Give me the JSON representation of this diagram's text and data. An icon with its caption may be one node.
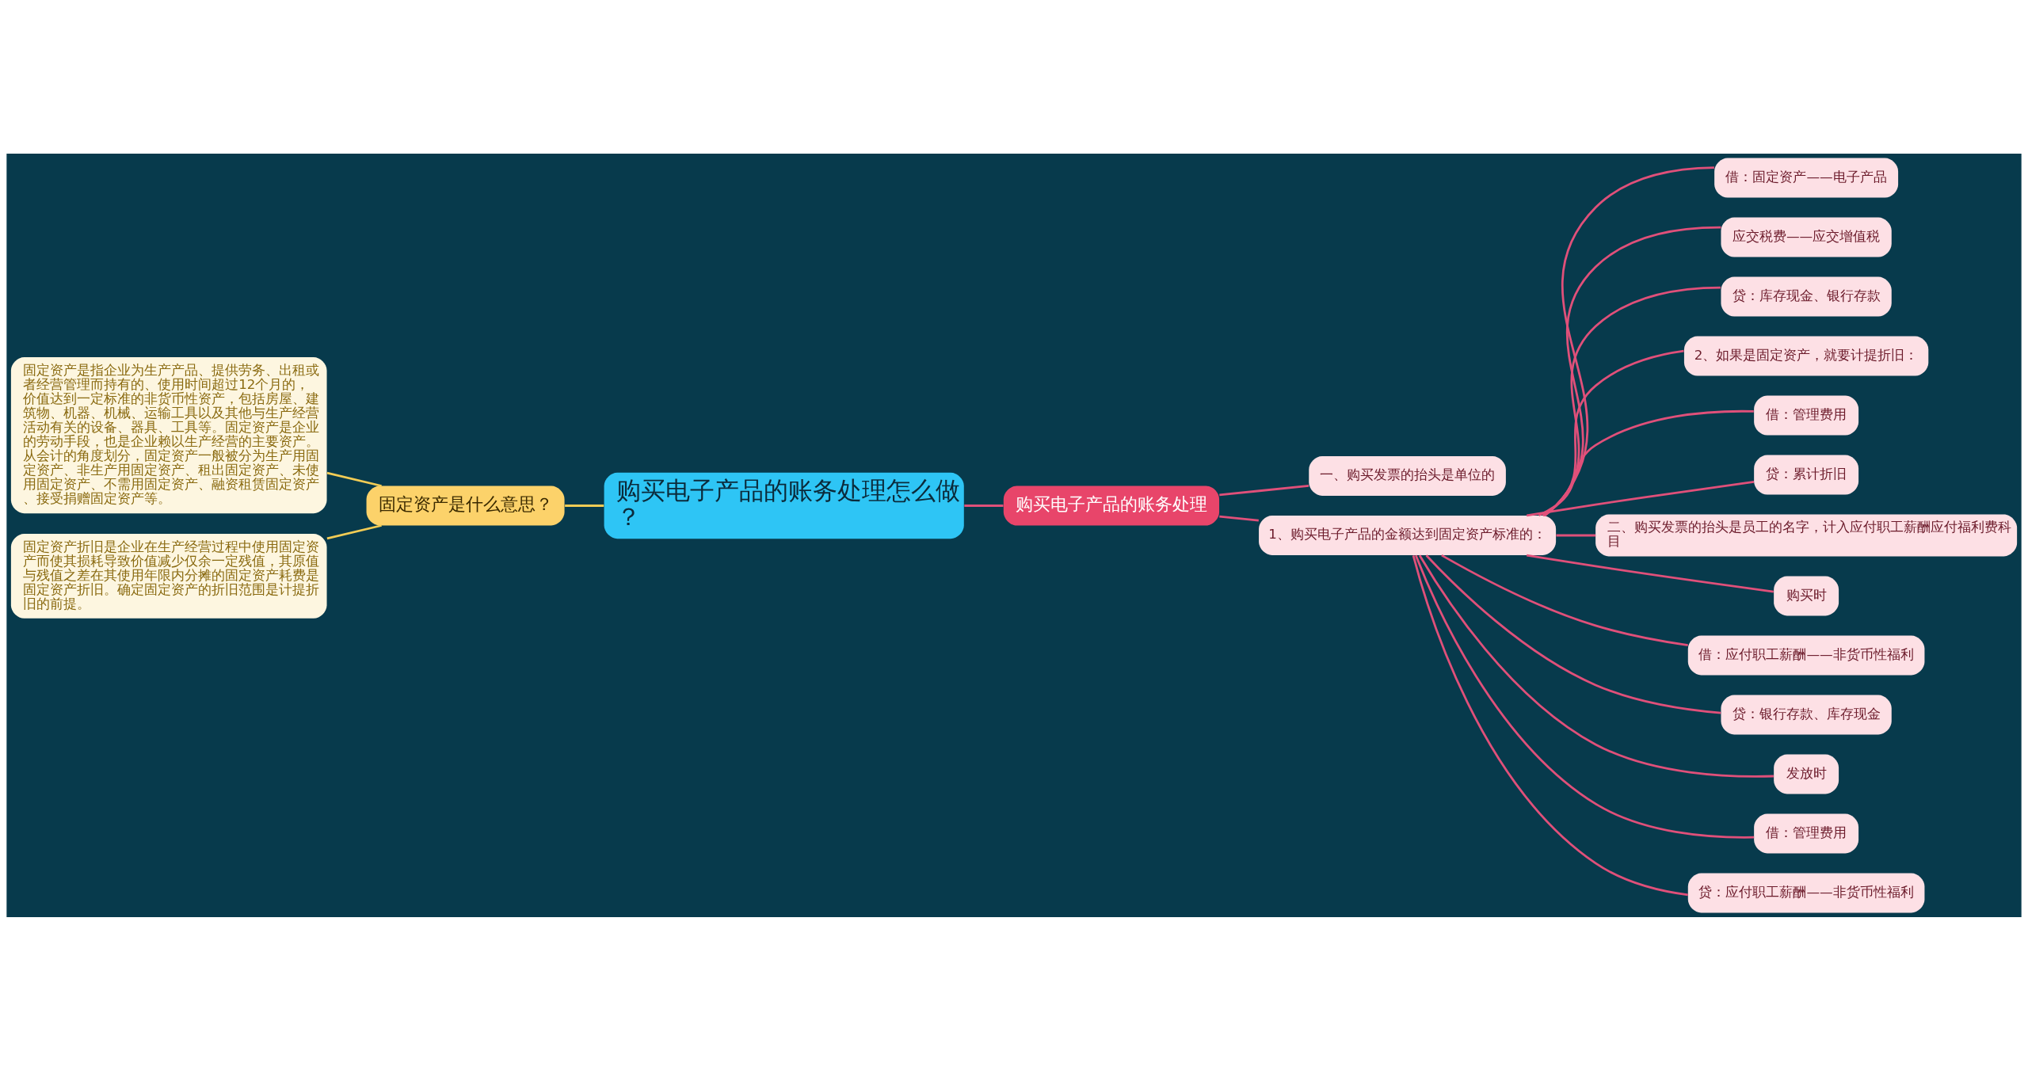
{
  "diagram": {
    "nodes": [
      {
        "text": [
          "购买电子产品的账务处理怎么做？"
        ]
      },
      {
        "text": [
          "固定资产是什么意思？"
        ]
      },
      {
        "text": [
          "固定资产是指企业为生产产品、提供劳务、出租或者经营管理而持有的、使用时间超过12个月的，价值达到一定标准的非货币性资产，包括房屋、建筑物、机器、机械、运输工具以及其他与生产经营活动有关的设备、器具、工具等。固定资产是企业的劳动手段，也是企业赖以生产经营的主要资产。从会计的角度划分，固定资产一般被分为生产用固定资产、非生产用固定资产、租出固定资产、未使用固定资产、不需用固定资产、融资租赁固定资产、接受捐赠固定资产等。"
        ]
      },
      {
        "text": [
          "固定资产折旧是企业在生产经营过程中使用固定资产而使其损耗导致价值减少仅余一定残值，其原值与残值之差在其使用年限内分摊的固定资产耗费是固定资产折旧。确定固定资产的折旧范围是计提折旧的前提。"
        ]
      },
      {
        "text": [
          "购买电子产品的账务处理"
        ]
      },
      {
        "text": [
          "一、购买发票的抬头是单位的"
        ]
      },
      {
        "text": [
          "1、购买电子产品的金额达到固定资产标准的："
        ]
      },
      {
        "text": [
          "借：固定资产——电子产品"
        ]
      },
      {
        "text": [
          "应交税费——应交增值税"
        ]
      },
      {
        "text": [
          "贷：库存现金、银行存款"
        ]
      },
      {
        "text": [
          "2、如果是固定资产，就要计提折旧："
        ]
      },
      {
        "text": [
          "借：管理费用"
        ]
      },
      {
        "text": [
          "贷：累计折旧"
        ]
      },
      {
        "text": [
          "二、购买发票的抬头是员工的名字，计入应付职工薪酬应付福利费科目"
        ]
      },
      {
        "text": [
          "购买时"
        ]
      },
      {
        "text": [
          "借：应付职工薪酬——非货币性福利"
        ]
      },
      {
        "text": [
          "贷：银行存款、库存现金"
        ]
      },
      {
        "text": [
          "发放时"
        ]
      },
      {
        "text": [
          "借：管理费用"
        ]
      },
      {
        "text": [
          "贷：应付职工薪酬——非货币性福利"
        ]
      }
    ],
    "edges": [
      {
        "from": 0,
        "to": 1,
        "arrow": "none",
        "color": "#f2cc55"
      },
      {
        "from": 1,
        "to": 2,
        "arrow": "none",
        "color": "#f2cc55"
      },
      {
        "from": 1,
        "to": 3,
        "arrow": "none",
        "color": "#f2cc55"
      },
      {
        "from": 0,
        "to": 4,
        "arrow": "none"
      },
      {
        "from": 4,
        "to": 5,
        "arrow": "none"
      },
      {
        "from": 4,
        "to": 6,
        "arrow": "none"
      },
      {
        "from": 6,
        "to": 7,
        "arrow": "none"
      },
      {
        "from": 6,
        "to": 8,
        "arrow": "none"
      },
      {
        "from": 6,
        "to": 9,
        "arrow": "none"
      },
      {
        "from": 6,
        "to": 10,
        "arrow": "none"
      },
      {
        "from": 6,
        "to": 11,
        "arrow": "none"
      },
      {
        "from": 6,
        "to": 12,
        "arrow": "none"
      },
      {
        "from": 6,
        "to": 13,
        "arrow": "none"
      },
      {
        "from": 6,
        "to": 14,
        "arrow": "none"
      },
      {
        "from": 6,
        "to": 15,
        "arrow": "none"
      },
      {
        "from": 6,
        "to": 16,
        "arrow": "none"
      },
      {
        "from": 6,
        "to": 17,
        "arrow": "none"
      },
      {
        "from": 6,
        "to": 18,
        "arrow": "none"
      },
      {
        "from": 6,
        "to": 19,
        "arrow": "none"
      }
    ]
  }
}
